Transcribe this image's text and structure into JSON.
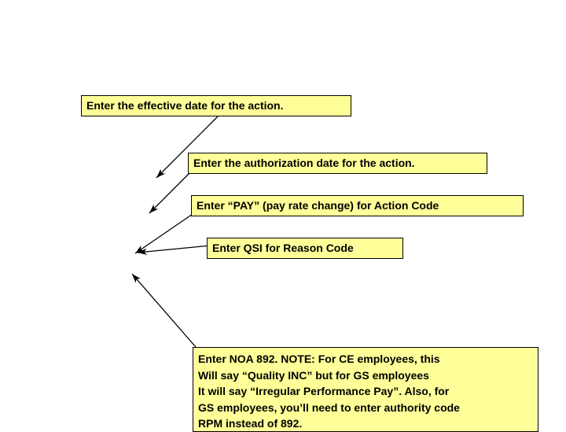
{
  "diagram": {
    "type": "annotation-callouts",
    "background_color": "#ffffff",
    "callout_fill": "#ffff99",
    "callout_border": "#000000",
    "callouts": [
      {
        "id": "effective-date",
        "text": "Enter the effective date for the action."
      },
      {
        "id": "authorization-date",
        "text": "Enter the authorization date for the action."
      },
      {
        "id": "action-code",
        "text": "Enter “PAY” (pay rate change) for Action Code"
      },
      {
        "id": "reason-code",
        "text": "Enter QSI for Reason Code"
      },
      {
        "id": "noa",
        "text": "Enter NOA 892.  NOTE:  For CE employees, this\nWill say “Quality INC” but for GS employees\nIt will say “Irregular Performance Pay”.  Also, for\nGS employees, you’ll need to enter authority code\nRPM instead of 892."
      }
    ],
    "arrows": [
      {
        "id": "arrow-effective-date",
        "from": "effective-date-box",
        "to": "target-upper"
      },
      {
        "id": "arrow-authorization-date",
        "from": "authorization-date-box",
        "to": "target-mid-upper"
      },
      {
        "id": "arrow-action-code",
        "from": "action-code-box",
        "to": "target-mid"
      },
      {
        "id": "arrow-reason-code",
        "from": "reason-code-box",
        "to": "target-mid-lower"
      },
      {
        "id": "arrow-noa",
        "from": "noa-box",
        "to": "target-lower"
      }
    ]
  }
}
